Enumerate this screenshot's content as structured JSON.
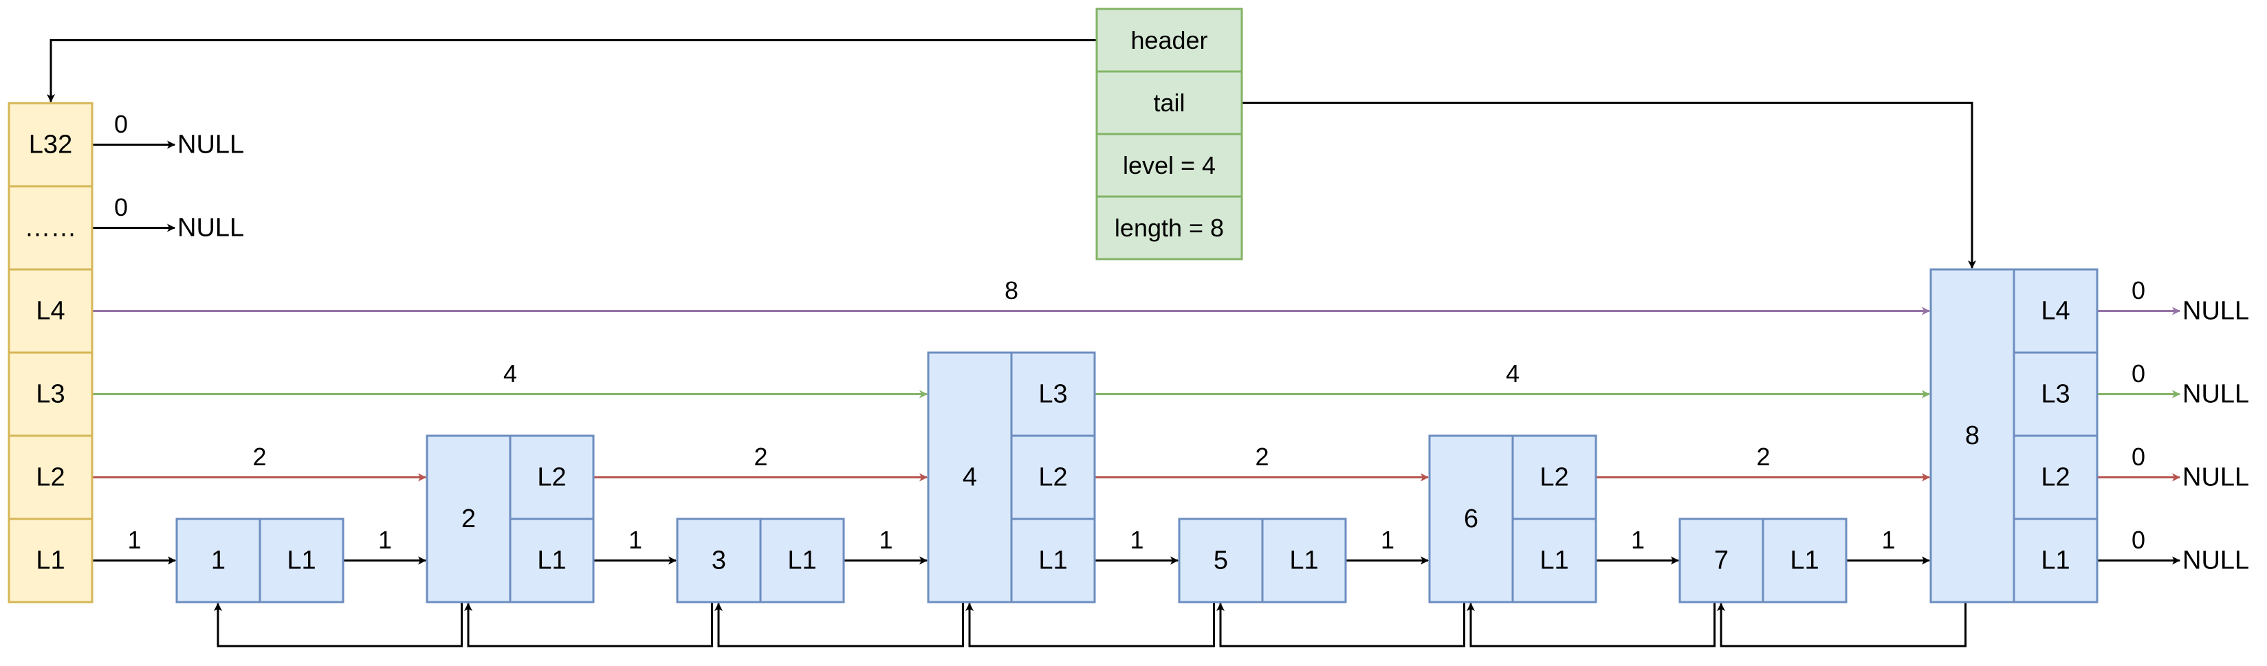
{
  "colors": {
    "header_fill": "#d5e8d4",
    "header_stroke": "#82b366",
    "level_fill": "#fff2cc",
    "level_stroke": "#d6b656",
    "node_fill": "#dae8fc",
    "node_stroke": "#6c8ebf",
    "l4": "#9673a6",
    "l3": "#82b366",
    "l2": "#b85450",
    "l1": "#000000"
  },
  "header": {
    "fields": [
      "header",
      "tail",
      "level = 4",
      "length = 8"
    ]
  },
  "head_levels": [
    "L32",
    "……",
    "L4",
    "L3",
    "L2",
    "L1"
  ],
  "null_text": "NULL",
  "null_spans": [
    "0",
    "0",
    "0",
    "0",
    "0",
    "0"
  ],
  "nodes": [
    {
      "score": "1",
      "levels": [
        "L1"
      ]
    },
    {
      "score": "2",
      "levels": [
        "L2",
        "L1"
      ]
    },
    {
      "score": "3",
      "levels": [
        "L1"
      ]
    },
    {
      "score": "4",
      "levels": [
        "L3",
        "L2",
        "L1"
      ]
    },
    {
      "score": "5",
      "levels": [
        "L1"
      ]
    },
    {
      "score": "6",
      "levels": [
        "L2",
        "L1"
      ]
    },
    {
      "score": "7",
      "levels": [
        "L1"
      ]
    },
    {
      "score": "8",
      "levels": [
        "L4",
        "L3",
        "L2",
        "L1"
      ]
    }
  ],
  "spans": {
    "l4": [
      "8"
    ],
    "l3": [
      "4",
      "4"
    ],
    "l2": [
      "2",
      "2",
      "2",
      "2"
    ],
    "l1": [
      "1",
      "1",
      "1",
      "1",
      "1",
      "1",
      "1",
      "1"
    ]
  }
}
